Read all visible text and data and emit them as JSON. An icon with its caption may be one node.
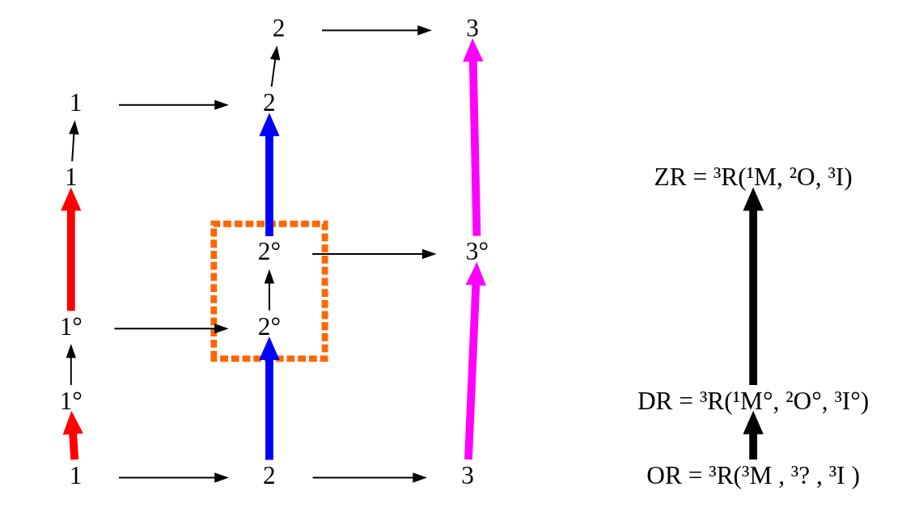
{
  "diagram": {
    "nodes": [
      {
        "text": [
          "2"
        ]
      },
      {
        "text": [
          "3"
        ]
      },
      {
        "text": [
          "1"
        ]
      },
      {
        "text": [
          "2"
        ]
      },
      {
        "text": [
          "1"
        ]
      },
      {
        "text": [
          "ZR = ³R(¹M, ²O, ³I)"
        ]
      },
      {
        "text": [],
        "shape": "box"
      },
      {
        "text": [
          "2°"
        ],
        "in": 6
      },
      {
        "text": [
          "3°"
        ]
      },
      {
        "text": [
          "1°"
        ]
      },
      {
        "text": [
          "2°"
        ],
        "in": 6
      },
      {
        "text": [
          "1°"
        ]
      },
      {
        "text": [
          "DR = ³R(¹M°, ²O°, ³I°)"
        ]
      },
      {
        "text": [
          "1"
        ]
      },
      {
        "text": [
          "2"
        ]
      },
      {
        "text": [
          "3"
        ]
      },
      {
        "text": [
          "OR = ³R(³M , ³? , ³I )"
        ]
      }
    ],
    "edges": [
      {
        "from": 0,
        "to": 1,
        "arrow": "to"
      },
      {
        "from": 2,
        "to": 3,
        "arrow": "to"
      },
      {
        "from": 7,
        "to": 8,
        "arrow": "to"
      },
      {
        "from": 9,
        "to": 10,
        "arrow": "to"
      },
      {
        "from": 13,
        "to": 14,
        "arrow": "to"
      },
      {
        "from": 14,
        "to": 15,
        "arrow": "to"
      },
      {
        "from": 13,
        "to": 11,
        "arrow": "to",
        "style": "thick",
        "color": "#ff0000"
      },
      {
        "from": 11,
        "to": 9,
        "arrow": "to"
      },
      {
        "from": 9,
        "to": 4,
        "arrow": "to",
        "style": "thick",
        "color": "#ff0000"
      },
      {
        "from": 4,
        "to": 2,
        "arrow": "to"
      },
      {
        "from": 14,
        "to": 10,
        "arrow": "to",
        "style": "thick",
        "color": "#0000ff"
      },
      {
        "from": 10,
        "to": 7,
        "arrow": "to"
      },
      {
        "from": 7,
        "to": 3,
        "arrow": "to",
        "style": "thick",
        "color": "#0000ff"
      },
      {
        "from": 3,
        "to": 0,
        "arrow": "to"
      },
      {
        "from": 15,
        "to": 8,
        "arrow": "to",
        "style": "thick",
        "color": "#ff00ff"
      },
      {
        "from": 8,
        "to": 1,
        "arrow": "to",
        "style": "thick",
        "color": "#ff00ff"
      },
      {
        "from": 16,
        "to": 12,
        "arrow": "to",
        "style": "thick"
      },
      {
        "from": 12,
        "to": 5,
        "arrow": "to",
        "style": "thick"
      }
    ]
  }
}
